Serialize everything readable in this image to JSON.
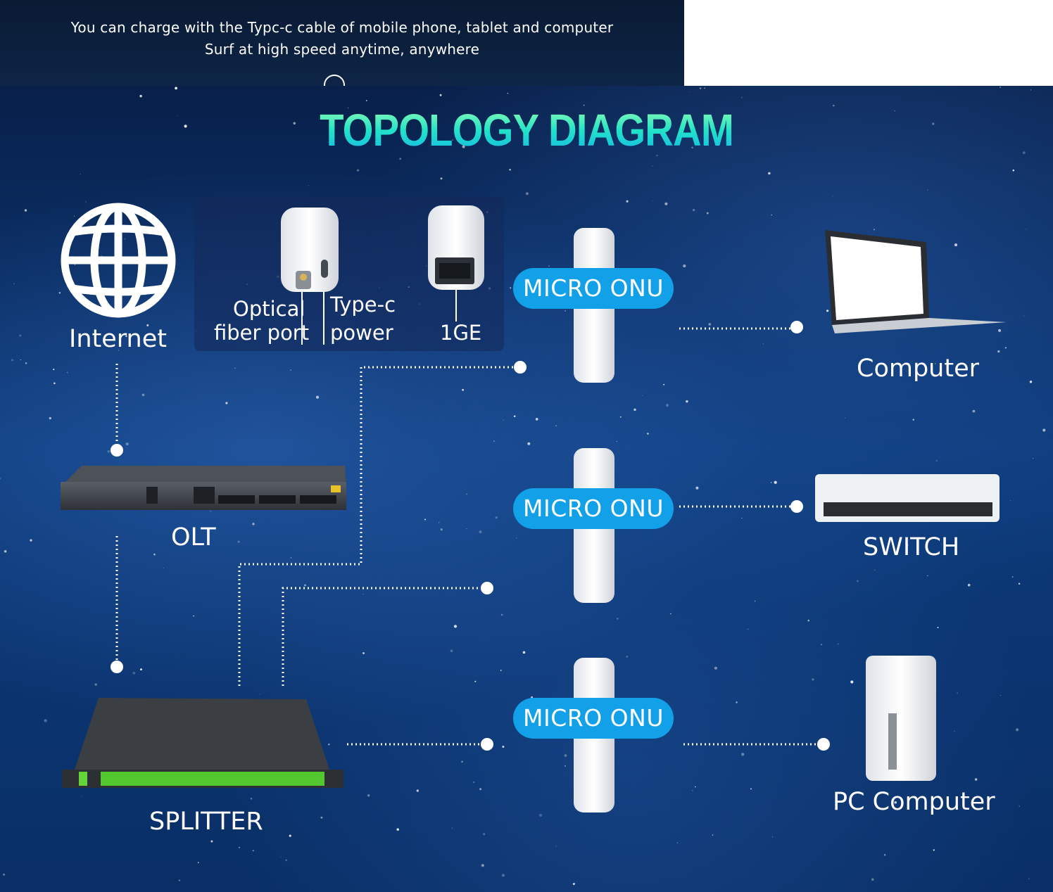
{
  "banner": {
    "line1": "You can charge with the Typc-c cable of mobile phone, tablet and computer",
    "line2": "Surf at high speed anytime, anywhere"
  },
  "diagram": {
    "title": "TOPOLOGY DIAGRAM",
    "nodes": {
      "internet": "Internet",
      "olt": "OLT",
      "splitter": "SPLITTER",
      "onu": "MICRO ONU",
      "computer": "Computer",
      "switch": "SWITCH",
      "pc_computer": "PC Computer"
    },
    "ports": {
      "optical_line1": "Optical",
      "optical_line2": "fiber port",
      "typec_line1": "Type-c",
      "typec_line2": "power",
      "ge": "1GE"
    }
  },
  "colors": {
    "title_gradient": [
      "#9bffb0",
      "#22e3c8",
      "#14b6e8"
    ],
    "onu_badge": "#12a0e8",
    "background": "#0c3a7a"
  }
}
